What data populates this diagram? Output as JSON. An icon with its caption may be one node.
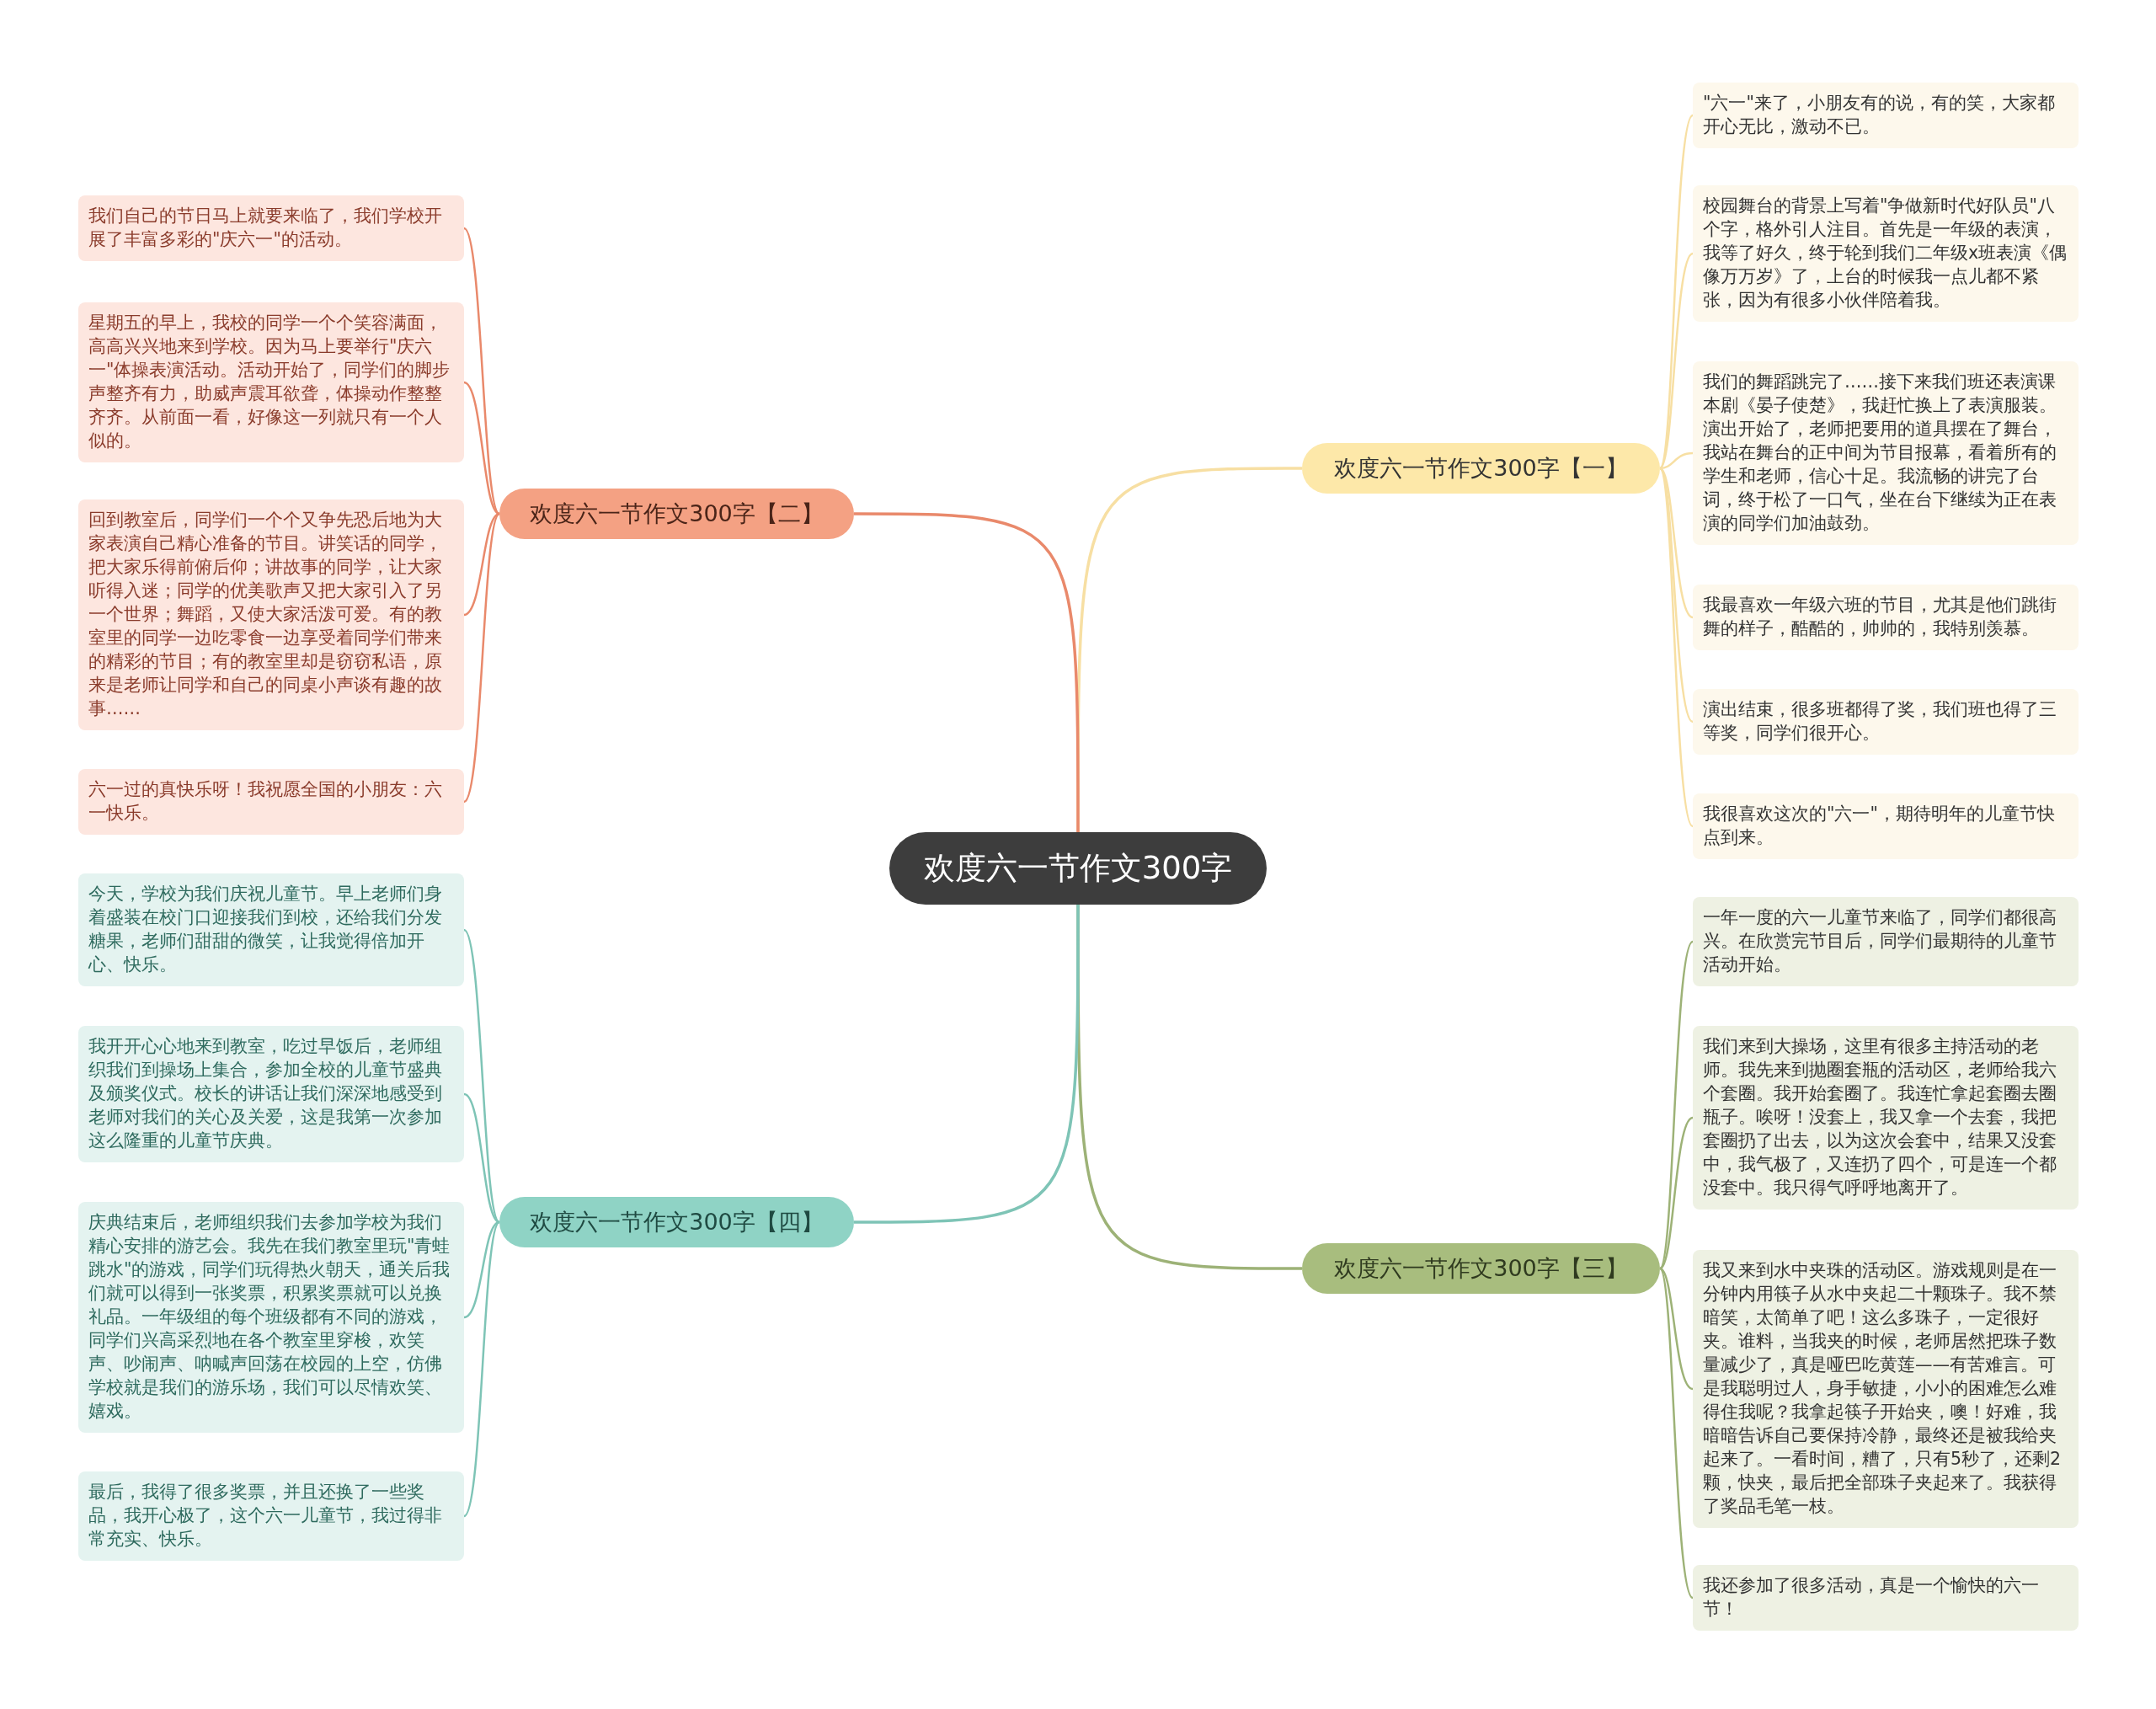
{
  "diagram": {
    "nodes": [
      {
        "text": [
          "欢度六一节作文300字"
        ]
      },
      {
        "text": [
          "欢度六一节作文300字【一】"
        ]
      },
      {
        "text": [
          "\"六一\"来了，小朋友有的说，有的笑，大家都开心无比，激动不已。"
        ]
      },
      {
        "text": [
          "校园舞台的背景上写着\"争做新时代好队员\"八个字，格外引人注目。首先是一年级的表演，我等了好久，终于轮到我们二年级x班表演《偶像万万岁》了，上台的时候我一点儿都不紧张，因为有很多小伙伴陪着我。"
        ]
      },
      {
        "text": [
          "我们的舞蹈跳完了……接下来我们班还表演课本剧《晏子使楚》，我赶忙换上了表演服装。演出开始了，老师把要用的道具摆在了舞台，我站在舞台的正中间为节目报幕，看着所有的学生和老师，信心十足。我流畅的讲完了台词，终于松了一口气，坐在台下继续为正在表演的同学们加油鼓劲。"
        ]
      },
      {
        "text": [
          "我最喜欢一年级六班的节目，尤其是他们跳街舞的样子，酷酷的，帅帅的，我特别羡慕。"
        ]
      },
      {
        "text": [
          "演出结束，很多班都得了奖，我们班也得了三等奖，同学们很开心。"
        ]
      },
      {
        "text": [
          "我很喜欢这次的\"六一\"，期待明年的儿童节快点到来。"
        ]
      },
      {
        "text": [
          "欢度六一节作文300字【二】"
        ]
      },
      {
        "text": [
          "我们自己的节日马上就要来临了，我们学校开展了丰富多彩的\"庆六一\"的活动。"
        ]
      },
      {
        "text": [
          "星期五的早上，我校的同学一个个笑容满面，高高兴兴地来到学校。因为马上要举行\"庆六一\"体操表演活动。活动开始了，同学们的脚步声整齐有力，助威声震耳欲聋，体操动作整整齐齐。从前面一看，好像这一列就只有一个人似的。"
        ]
      },
      {
        "text": [
          "回到教室后，同学们一个个又争先恐后地为大家表演自己精心准备的节目。讲笑话的同学，把大家乐得前俯后仰；讲故事的同学，让大家听得入迷；同学的优美歌声又把大家引入了另一个世界；舞蹈，又使大家活泼可爱。有的教室里的同学一边吃零食一边享受着同学们带来的精彩的节目；有的教室里却是窃窃私语，原来是老师让同学和自己的同桌小声谈有趣的故事……"
        ]
      },
      {
        "text": [
          "六一过的真快乐呀！我祝愿全国的小朋友：六一快乐。"
        ]
      },
      {
        "text": [
          "欢度六一节作文300字【三】"
        ]
      },
      {
        "text": [
          "一年一度的六一儿童节来临了，同学们都很高兴。在欣赏完节目后，同学们最期待的儿童节活动开始。"
        ]
      },
      {
        "text": [
          "我们来到大操场，这里有很多主持活动的老师。我先来到抛圈套瓶的活动区，老师给我六个套圈。我开始套圈了。我连忙拿起套圈去圈瓶子。唉呀！没套上，我又拿一个去套，我把套圈扔了出去，以为这次会套中，结果又没套中，我气极了，又连扔了四个，可是连一个都没套中。我只得气呼呼地离开了。"
        ]
      },
      {
        "text": [
          "我又来到水中夹珠的活动区。游戏规则是在一分钟内用筷子从水中夹起二十颗珠子。我不禁暗笑，太简单了吧！这么多珠子，一定很好夹。谁料，当我夹的时候，老师居然把珠子数量减少了，真是哑巴吃黄莲——有苦难言。可是我聪明过人，身手敏捷，小小的困难怎么难得住我呢？我拿起筷子开始夹，噢！好难，我暗暗告诉自己要保持冷静，最终还是被我给夹起来了。一看时间，糟了，只有5秒了，还剩2颗，快夹，最后把全部珠子夹起来了。我获得了奖品毛笔一枝。"
        ]
      },
      {
        "text": [
          "我还参加了很多活动，真是一个愉快的六一节！"
        ]
      },
      {
        "text": [
          "欢度六一节作文300字【四】"
        ]
      },
      {
        "text": [
          "今天，学校为我们庆祝儿童节。早上老师们身着盛装在校门口迎接我们到校，还给我们分发糖果，老师们甜甜的微笑，让我觉得倍加开心、快乐。"
        ]
      },
      {
        "text": [
          "我开开心心地来到教室，吃过早饭后，老师组织我们到操场上集合，参加全校的儿童节盛典及颁奖仪式。校长的讲话让我们深深地感受到老师对我们的关心及关爱，这是我第一次参加这么隆重的儿童节庆典。"
        ]
      },
      {
        "text": [
          "庆典结束后，老师组织我们去参加学校为我们精心安排的游艺会。我先在我们教室里玩\"青蛙跳水\"的游戏，同学们玩得热火朝天，通关后我们就可以得到一张奖票，积累奖票就可以兑换礼品。一年级组的每个班级都有不同的游戏，同学们兴高采烈地在各个教室里穿梭，欢笑声、吵闹声、呐喊声回荡在校园的上空，仿佛学校就是我们的游乐场，我们可以尽情欢笑、嬉戏。"
        ]
      },
      {
        "text": [
          "最后，我得了很多奖票，并且还换了一些奖品，我开心极了，这个六一儿童节，我过得非常充实、快乐。"
        ]
      }
    ],
    "edges": [
      {
        "from": 0,
        "to": 1,
        "arrow": "none",
        "color": "#f7dfa3"
      },
      {
        "from": 1,
        "to": 2,
        "arrow": "none",
        "color": "#f7dfa3"
      },
      {
        "from": 1,
        "to": 3,
        "arrow": "none",
        "color": "#f7dfa3"
      },
      {
        "from": 1,
        "to": 4,
        "arrow": "none",
        "color": "#f7dfa3"
      },
      {
        "from": 1,
        "to": 5,
        "arrow": "none",
        "color": "#f7dfa3"
      },
      {
        "from": 1,
        "to": 6,
        "arrow": "none",
        "color": "#f7dfa3"
      },
      {
        "from": 1,
        "to": 7,
        "arrow": "none",
        "color": "#f7dfa3"
      },
      {
        "from": 0,
        "to": 8,
        "arrow": "none",
        "color": "#e9896b"
      },
      {
        "from": 8,
        "to": 9,
        "arrow": "none",
        "color": "#e9896b"
      },
      {
        "from": 8,
        "to": 10,
        "arrow": "none",
        "color": "#e9896b"
      },
      {
        "from": 8,
        "to": 11,
        "arrow": "none",
        "color": "#e9896b"
      },
      {
        "from": 8,
        "to": 12,
        "arrow": "none",
        "color": "#e9896b"
      },
      {
        "from": 0,
        "to": 13,
        "arrow": "none",
        "color": "#9db277"
      },
      {
        "from": 13,
        "to": 14,
        "arrow": "none",
        "color": "#9db277"
      },
      {
        "from": 13,
        "to": 15,
        "arrow": "none",
        "color": "#9db277"
      },
      {
        "from": 13,
        "to": 16,
        "arrow": "none",
        "color": "#9db277"
      },
      {
        "from": 13,
        "to": 17,
        "arrow": "none",
        "color": "#9db277"
      },
      {
        "from": 0,
        "to": 18,
        "arrow": "none",
        "color": "#7ec4b6"
      },
      {
        "from": 18,
        "to": 19,
        "arrow": "none",
        "color": "#7ec4b6"
      },
      {
        "from": 18,
        "to": 20,
        "arrow": "none",
        "color": "#7ec4b6"
      },
      {
        "from": 18,
        "to": 21,
        "arrow": "none",
        "color": "#7ec4b6"
      },
      {
        "from": 18,
        "to": 22,
        "arrow": "none",
        "color": "#7ec4b6"
      }
    ]
  }
}
